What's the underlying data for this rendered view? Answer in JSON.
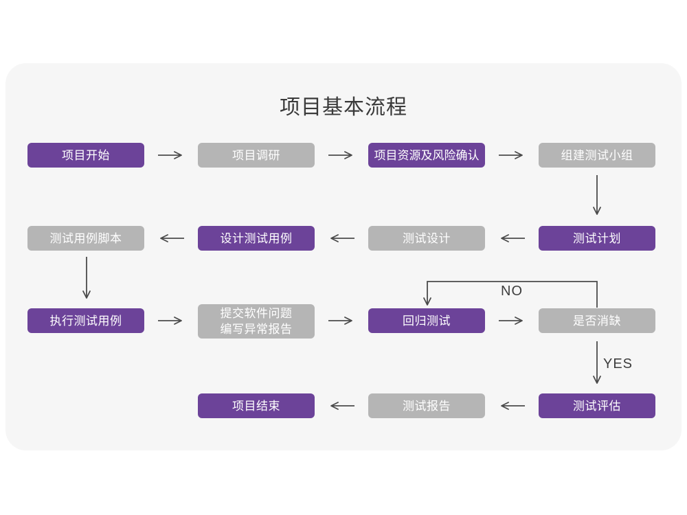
{
  "title": "项目基本流程",
  "edge_labels": {
    "no": "NO",
    "yes": "YES"
  },
  "colors": {
    "node_purple": "#6c4399",
    "node_gray": "#b5b5b5",
    "card_background": "#f6f6f6",
    "arrow": "#4a4a4a",
    "node_text": "#ffffff",
    "title_text": "#3a3a3a"
  },
  "nodes": [
    {
      "id": "start",
      "label": "项目开始",
      "variant": "purple"
    },
    {
      "id": "research",
      "label": "项目调研",
      "variant": "gray"
    },
    {
      "id": "risk",
      "label": "项目资源及风险确认",
      "variant": "purple"
    },
    {
      "id": "team",
      "label": "组建测试小组",
      "variant": "gray"
    },
    {
      "id": "script",
      "label": "测试用例脚本",
      "variant": "gray"
    },
    {
      "id": "case_design",
      "label": "设计测试用例",
      "variant": "purple"
    },
    {
      "id": "design",
      "label": "测试设计",
      "variant": "gray"
    },
    {
      "id": "plan",
      "label": "测试计划",
      "variant": "purple"
    },
    {
      "id": "execute",
      "label": "执行测试用例",
      "variant": "purple"
    },
    {
      "id": "issue",
      "label": "提交软件问题\n编写异常报告",
      "variant": "gray"
    },
    {
      "id": "regression",
      "label": "回归测试",
      "variant": "purple"
    },
    {
      "id": "defect",
      "label": "是否消缺",
      "variant": "gray"
    },
    {
      "id": "end",
      "label": "项目结束",
      "variant": "purple"
    },
    {
      "id": "report",
      "label": "测试报告",
      "variant": "gray"
    },
    {
      "id": "evaluate",
      "label": "测试评估",
      "variant": "purple"
    }
  ]
}
